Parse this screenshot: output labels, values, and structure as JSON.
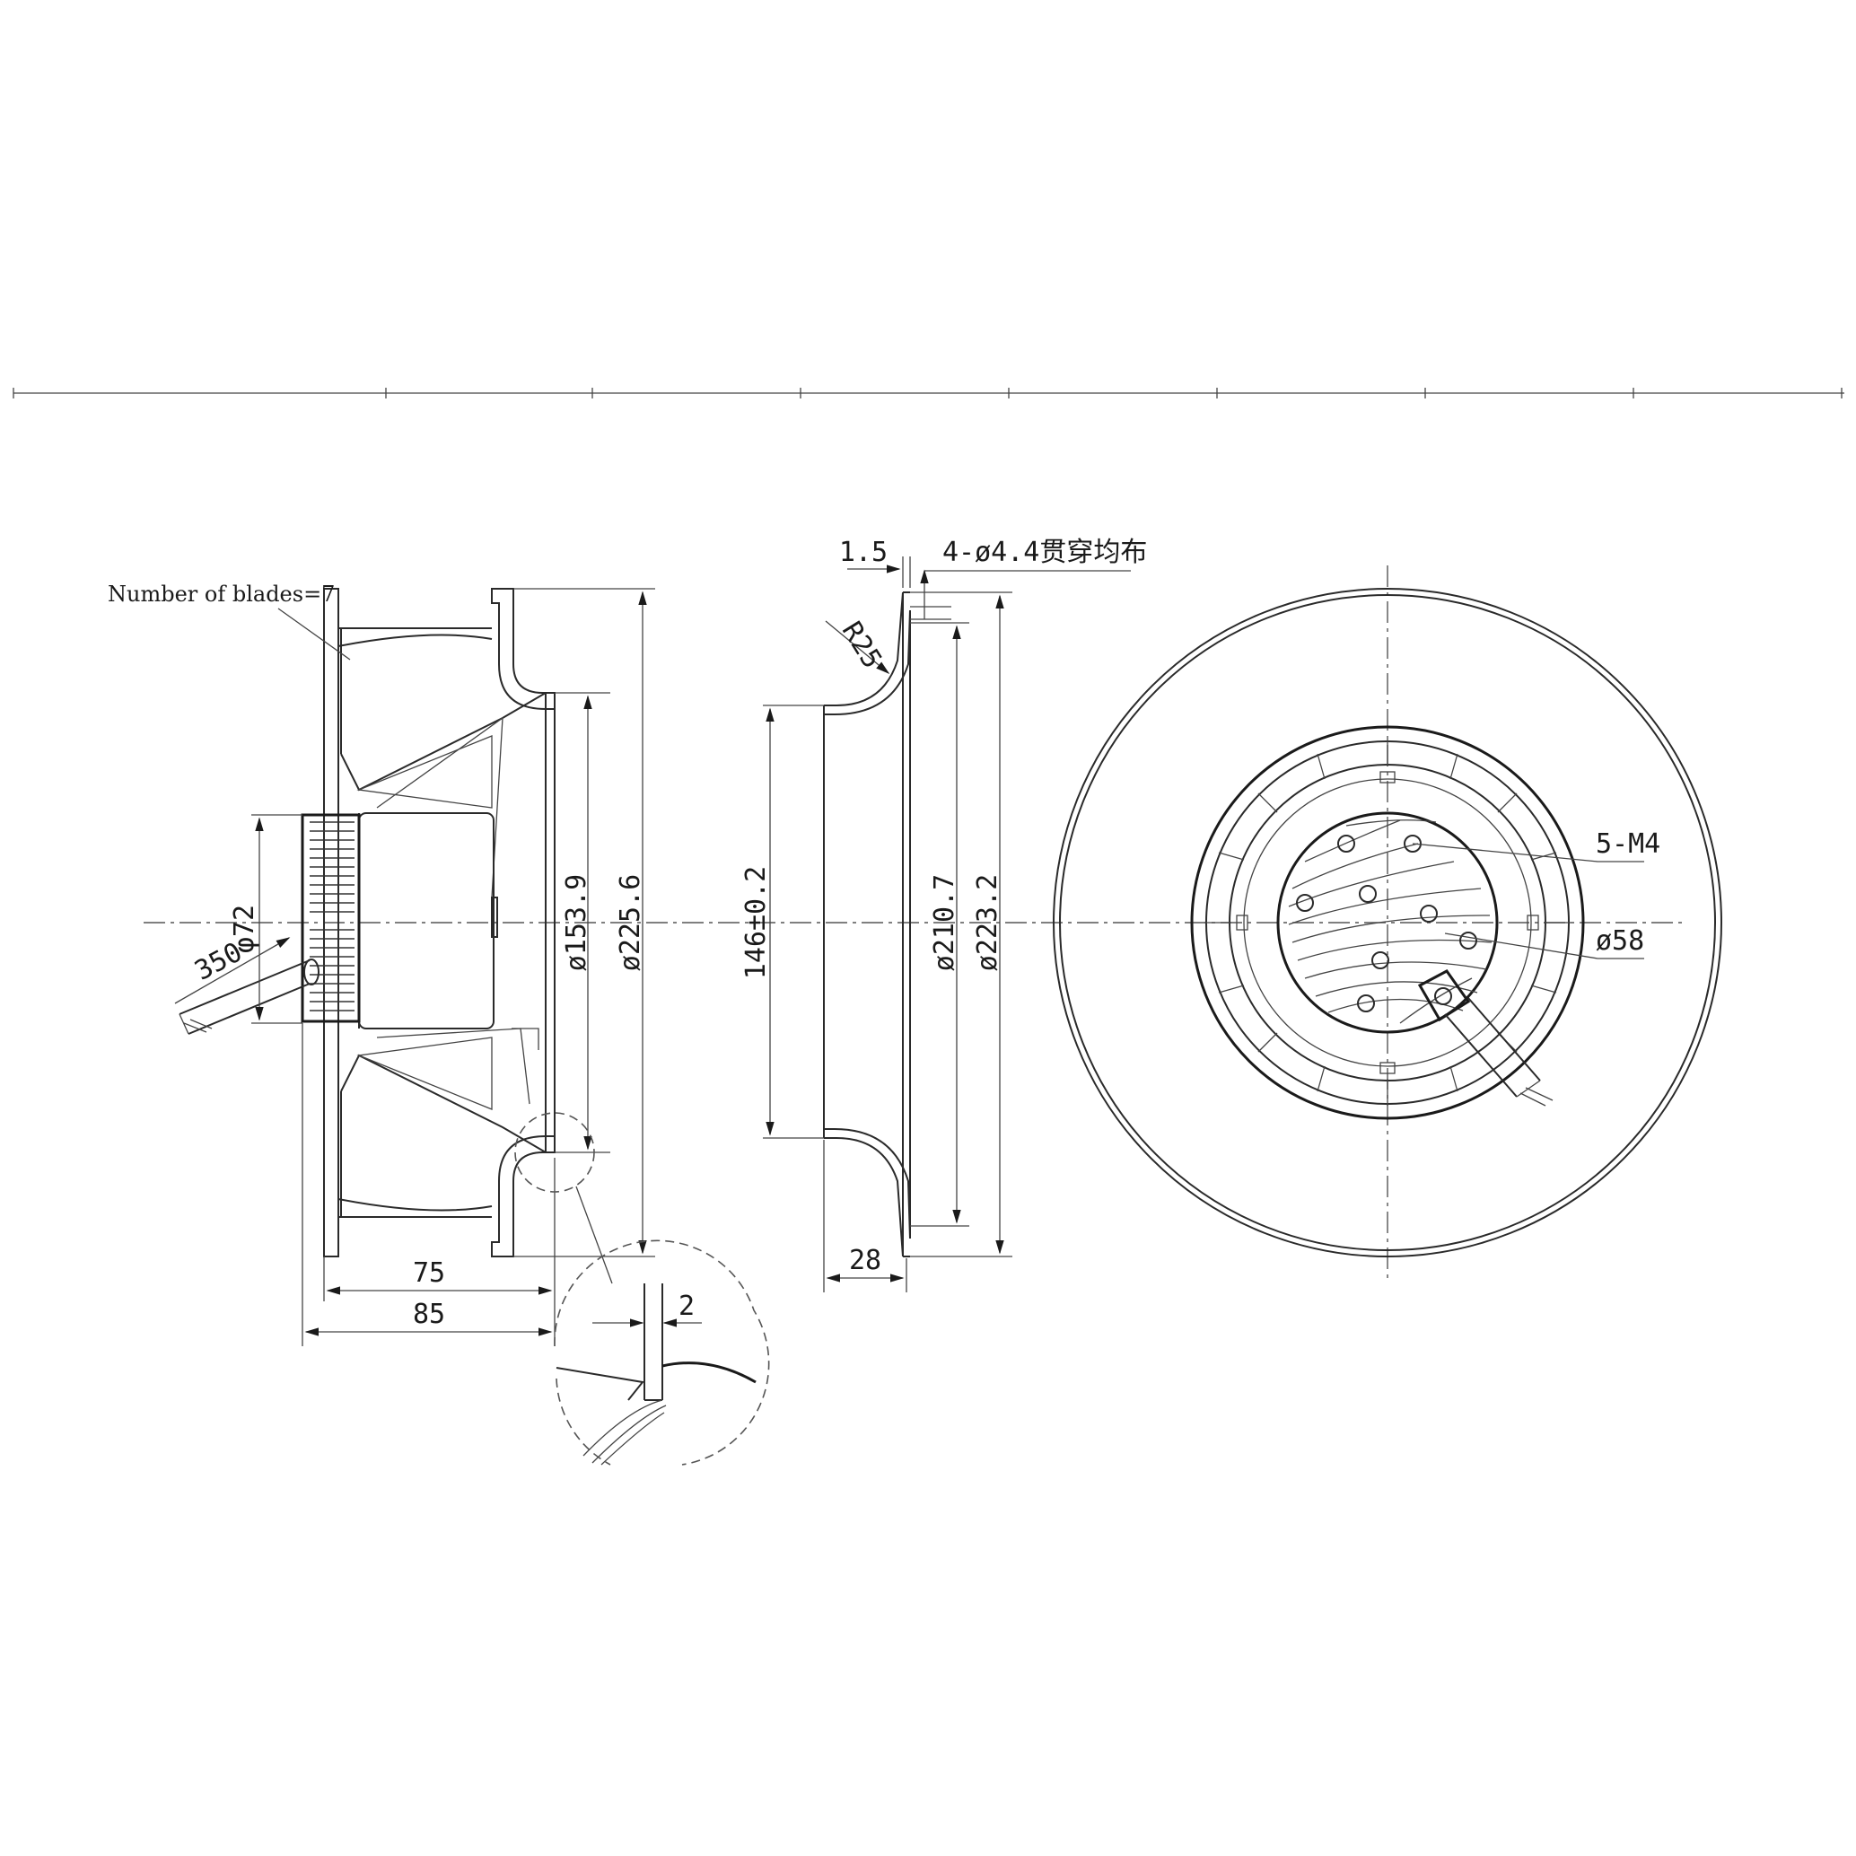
{
  "side_view": {
    "blade_note": "Number of blades=7",
    "dim_hub_dia": "φ72",
    "dim_cable_len": "350",
    "dim_inner_dia": "ø153.9",
    "dim_outer_dia": "ø225.6",
    "dim_width_75": "75",
    "dim_width_85": "85",
    "dim_detail_2": "2"
  },
  "section_view": {
    "dim_flange_thk": "1.5",
    "dim_holes": "4-ø4.4贯穿均布",
    "dim_radius": "R25",
    "dim_inlet_dia": "146±0.2",
    "dim_pcd": "ø210.7",
    "dim_flange_dia": "ø223.2",
    "dim_depth": "28"
  },
  "front_view": {
    "dim_screws": "5-M4",
    "dim_hub": "ø58"
  }
}
